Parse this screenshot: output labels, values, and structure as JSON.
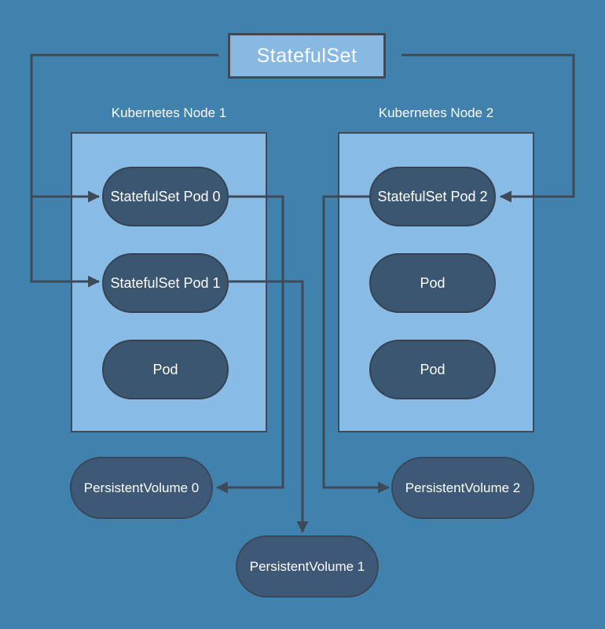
{
  "diagram": {
    "type": "kubernetes-statefulset-architecture",
    "colors": {
      "background": "#4081ad",
      "container_fill": "#88bbe5",
      "statefulset_fill": "#87b9e3",
      "pod_fill": "#3b5671",
      "volume_fill": "#3e5877",
      "line": "#3e4a58",
      "text": "#ffffff"
    },
    "statefulset": {
      "label": "StatefulSet"
    },
    "nodes": [
      {
        "label": "Kubernetes Node 1",
        "pods": [
          {
            "label": "StatefulSet Pod 0"
          },
          {
            "label": "StatefulSet Pod 1"
          },
          {
            "label": "Pod"
          }
        ]
      },
      {
        "label": "Kubernetes Node 2",
        "pods": [
          {
            "label": "StatefulSet Pod 2"
          },
          {
            "label": "Pod"
          },
          {
            "label": "Pod"
          }
        ]
      }
    ],
    "volumes": [
      {
        "label": "PersistentVolume 0"
      },
      {
        "label": "PersistentVolume 1"
      },
      {
        "label": "PersistentVolume 2"
      }
    ],
    "connections": [
      {
        "from": "StatefulSet",
        "to": "StatefulSet Pod 0"
      },
      {
        "from": "StatefulSet",
        "to": "StatefulSet Pod 1"
      },
      {
        "from": "StatefulSet",
        "to": "StatefulSet Pod 2"
      },
      {
        "from": "StatefulSet Pod 0",
        "to": "PersistentVolume 0"
      },
      {
        "from": "StatefulSet Pod 1",
        "to": "PersistentVolume 1"
      },
      {
        "from": "StatefulSet Pod 2",
        "to": "PersistentVolume 2"
      }
    ]
  }
}
